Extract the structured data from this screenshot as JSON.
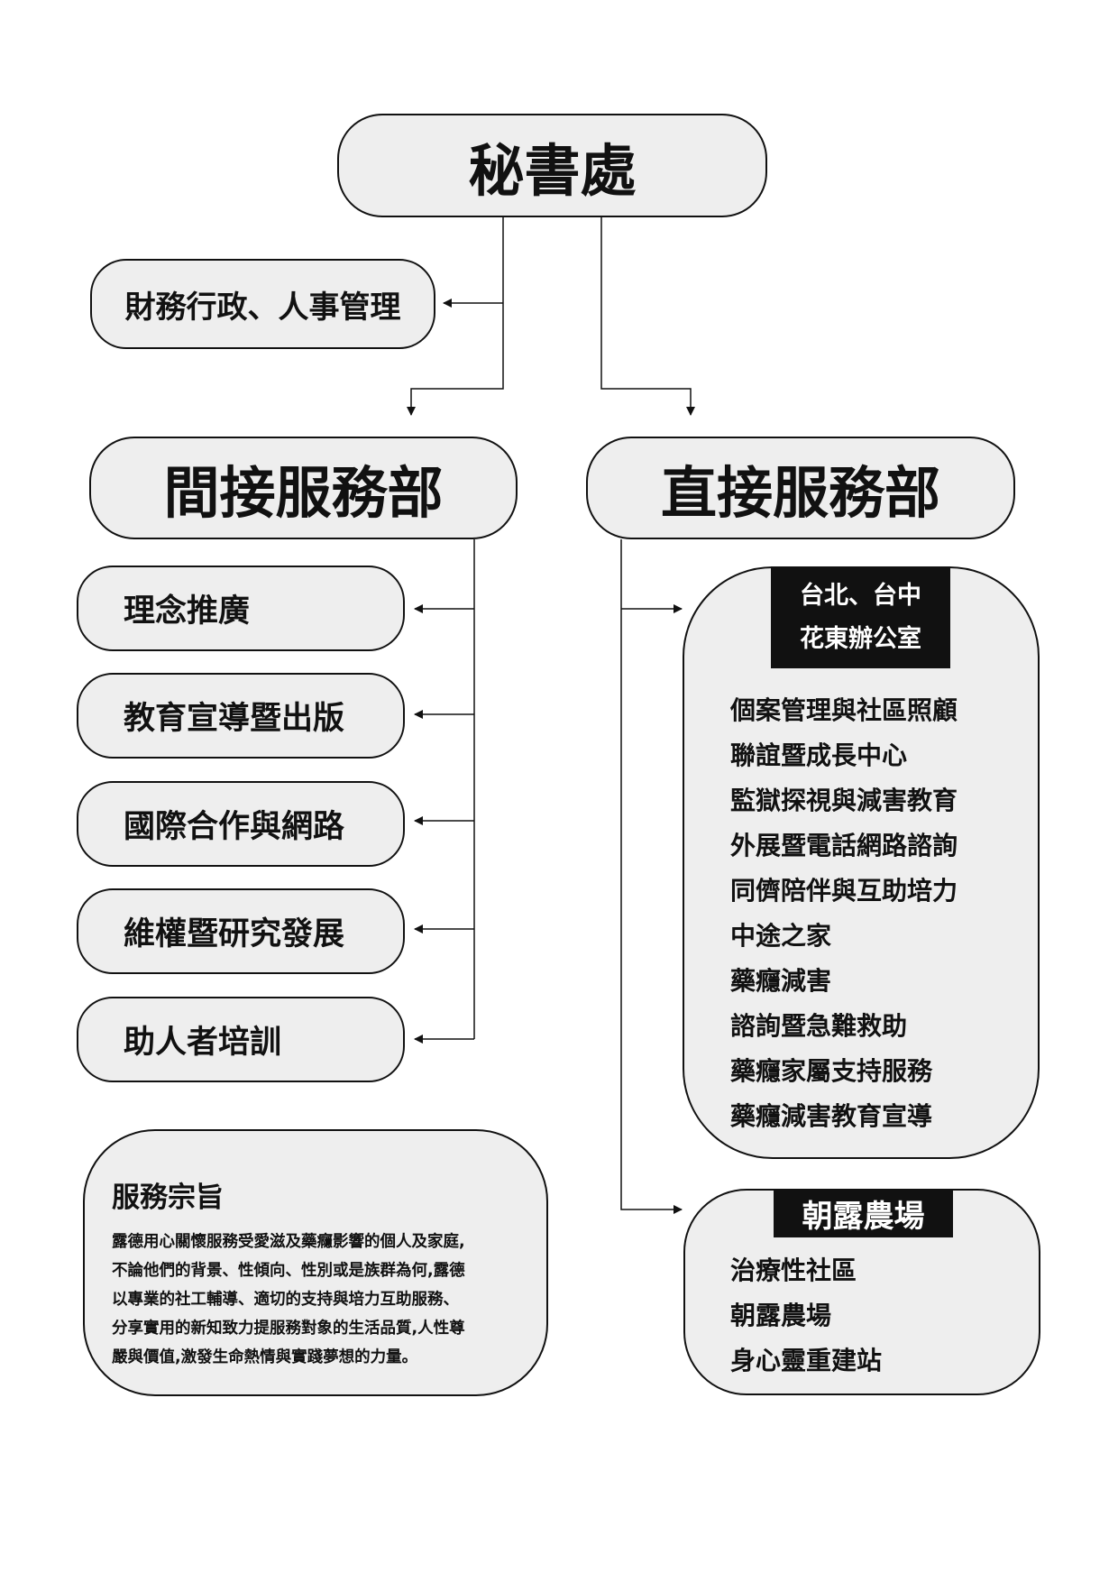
{
  "top": "秘書處",
  "admin": "財務行政、人事管理",
  "indirect": {
    "title": "間接服務部",
    "items": [
      "理念推廣",
      "教育宣導暨出版",
      "國際合作與網路",
      "維權暨研究發展",
      "助人者培訓"
    ]
  },
  "direct": {
    "title": "直接服務部",
    "offices": {
      "label_line1": "台北、台中",
      "label_line2": "花東辦公室",
      "items": [
        "個案管理與社區照顧",
        "聯誼暨成長中心",
        "監獄探視與減害教育",
        "外展暨電話網路諮詢",
        "同儕陪伴與互助培力",
        "中途之家",
        "藥癮減害",
        "諮詢暨急難救助",
        "藥癮家屬支持服務",
        "藥癮減害教育宣導"
      ]
    },
    "farm": {
      "label": "朝露農場",
      "items": [
        "治療性社區",
        "朝露農場",
        "身心靈重建站"
      ]
    }
  },
  "mission": {
    "title": "服務宗旨",
    "lines": [
      "露德用心關懷服務受愛滋及藥癮影響的個人及家庭,",
      "不論他們的背景、性傾向、性別或是族群為何,露德",
      "以專業的社工輔導、適切的支持與培力互助服務、",
      "分享實用的新知致力提服務對象的生活品質,人性尊",
      "嚴與價值,激發生命熱情與實踐夢想的力量。"
    ]
  }
}
